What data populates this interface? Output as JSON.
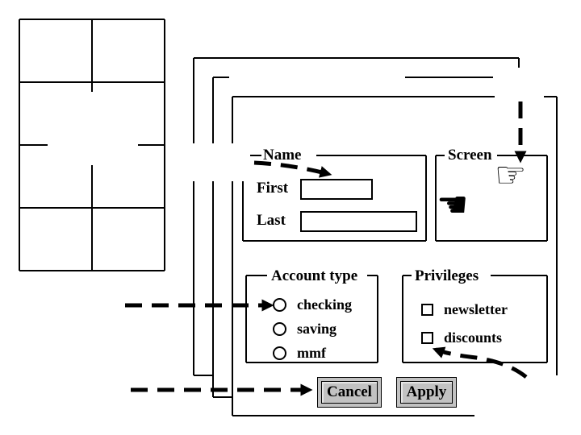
{
  "form": {
    "name_group": {
      "label": "Name",
      "first_label": "First",
      "first_value": "",
      "last_label": "Last",
      "last_value": ""
    },
    "screen_group": {
      "label": "Screen"
    },
    "account_type_group": {
      "label": "Account type",
      "options": [
        {
          "label": "checking",
          "selected": false
        },
        {
          "label": "saving",
          "selected": false
        },
        {
          "label": "mmf",
          "selected": false
        }
      ]
    },
    "privileges_group": {
      "label": "Privileges",
      "options": [
        {
          "label": "newsletter",
          "checked": false
        },
        {
          "label": "discounts",
          "checked": false
        }
      ]
    },
    "buttons": {
      "cancel": "Cancel",
      "apply": "Apply"
    }
  },
  "icons": {
    "white_hand_right": "☞",
    "black_hand_left": "☚"
  },
  "colors": {
    "line": "#000000",
    "background": "#ffffff",
    "button_face": "#c2c2c2"
  }
}
